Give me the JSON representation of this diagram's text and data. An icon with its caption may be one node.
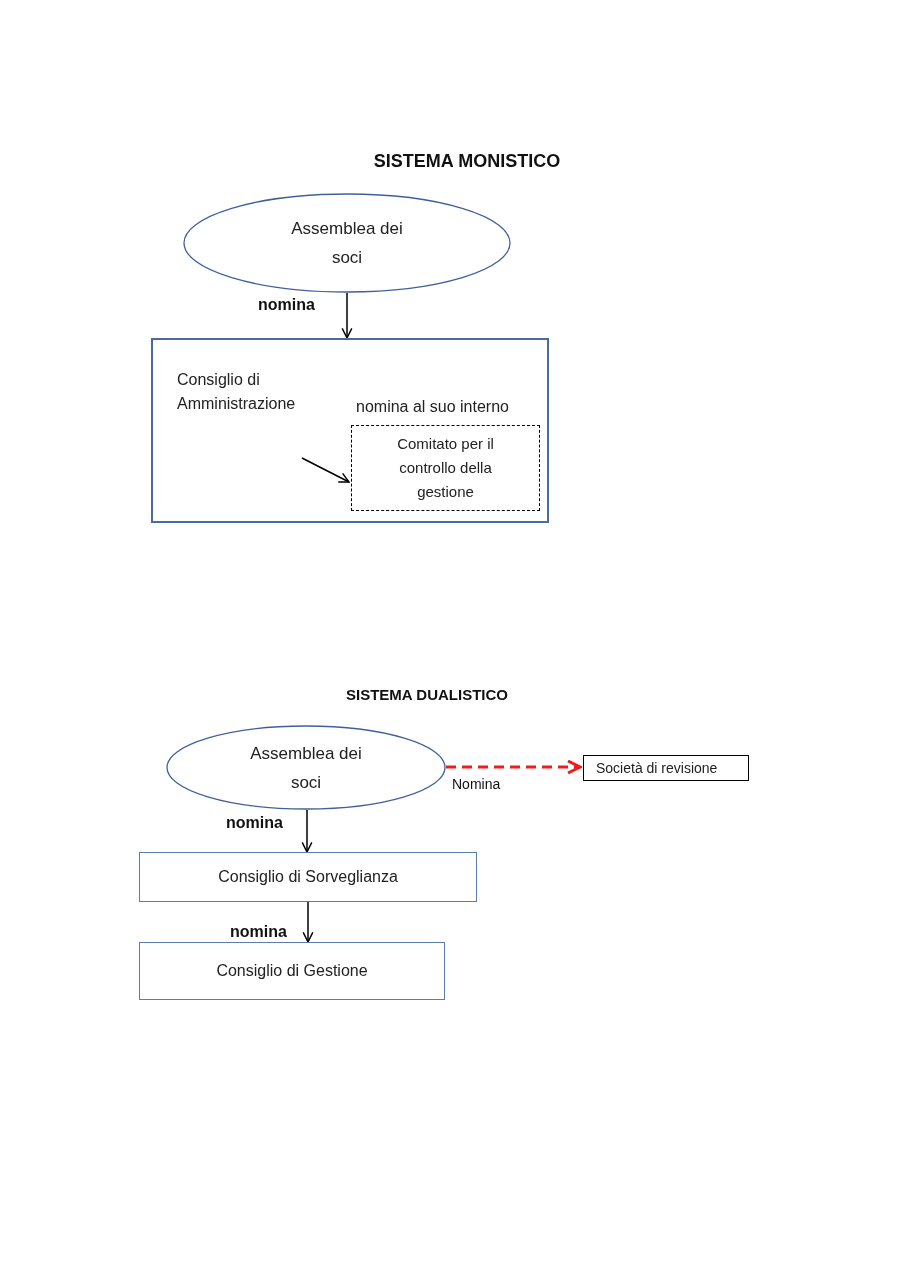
{
  "diagram": {
    "nodes": [
      {
        "text": [
          "Assemblea dei soci"
        ]
      },
      {
        "text": [
          "Consiglio di Amministrazione",
          "nomina al suo interno"
        ]
      },
      {
        "text": [
          "Comitato per il controllo della gestione"
        ],
        "in": 1
      },
      {
        "text": [
          "Assemblea dei soci"
        ]
      },
      {
        "text": [
          "Società di revisione"
        ]
      },
      {
        "text": [
          "Consiglio di Sorveglianza"
        ]
      },
      {
        "text": [
          "Consiglio di Gestione"
        ]
      }
    ],
    "edges": [
      {
        "from": 0,
        "to": 1,
        "arrow": "to",
        "label": "nomina"
      },
      {
        "from": null,
        "to": 2,
        "arrow": "to"
      },
      {
        "from": 3,
        "to": 4,
        "arrow": "to",
        "label": "Nomina",
        "style": "dashed",
        "color": "#ee1c1c"
      },
      {
        "from": 3,
        "to": 5,
        "arrow": "to",
        "label": "nomina"
      },
      {
        "from": 5,
        "to": 6,
        "arrow": "to",
        "label": "nomina"
      }
    ],
    "labels": [
      "SISTEMA MONISTICO",
      "SISTEMA DUALISTICO"
    ]
  }
}
